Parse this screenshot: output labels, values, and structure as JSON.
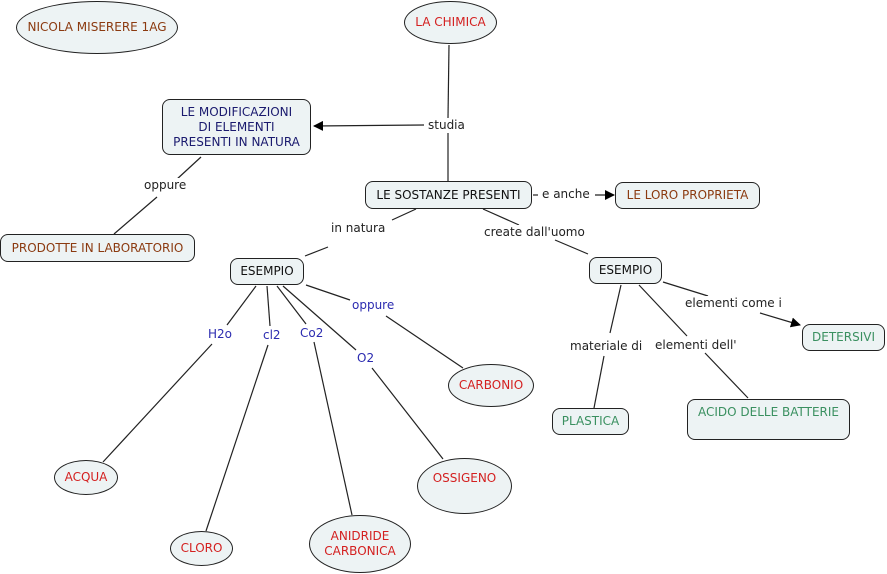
{
  "colors": {
    "node_fill": "#edf3f4",
    "brown_text": "#8b3a10",
    "red_text": "#d42020",
    "navy_text": "#1a1a6e",
    "green_text": "#3a9060",
    "blue_link_text": "#2b2bb0"
  },
  "nodes": {
    "author": "NICOLA MISERERE 1AG",
    "la_chimica": "LA CHIMICA",
    "modificazioni": [
      "LE MODIFICAZIONI",
      "DI ELEMENTI",
      "PRESENTI IN NATURA"
    ],
    "sostanze": "LE SOSTANZE PRESENTI",
    "proprieta": "LE LORO PROPRIETA",
    "laboratorio": "PRODOTTE IN LABORATORIO",
    "esempio_natura": "ESEMPIO",
    "esempio_uomo": "ESEMPIO",
    "detersivi": "DETERSIVI",
    "plastica": "PLASTICA",
    "acido": "ACIDO DELLE BATTERIE",
    "carbonio": "CARBONIO",
    "acqua": "ACQUA",
    "ossigeno": "OSSIGENO",
    "cloro": "CLORO",
    "anidride": [
      "ANIDRIDE",
      "CARBONICA"
    ]
  },
  "links": {
    "studia": "studia",
    "oppure_lab": "oppure",
    "e_anche": "e anche",
    "in_natura": "in natura",
    "create_uomo": "create dall'uomo",
    "oppure_carbonio": "oppure",
    "h2o": "H2o",
    "cl2": "cl2",
    "co2": "Co2",
    "o2": "O2",
    "elementi_come": "elementi come i",
    "materiale_di": "materiale di",
    "elementi_dell": "elementi dell'"
  }
}
